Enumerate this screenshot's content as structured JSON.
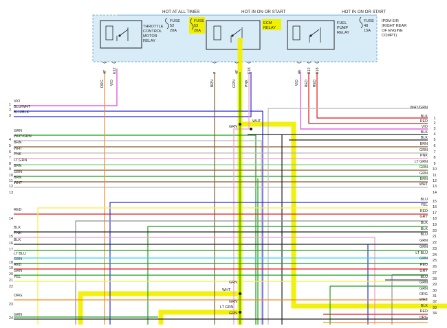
{
  "colors": {
    "VIO": "#e040e0",
    "BLU": "#2b2bd6",
    "RED": "#e01818",
    "GRN": "#1a9e1a",
    "WHT": "#b8b8b8",
    "BLK": "#202020",
    "BRN": "#8a5a2a",
    "PNK": "#f29ac4",
    "LT GRN": "#72d872",
    "LT BLU": "#30d8f0",
    "YEL": "#f2ef40",
    "ORG": "#f58a20",
    "GRY": "#909090",
    "highlight": "#f0f000",
    "pdm_fill": "#d8ecf8",
    "pdm_border": "#7aaed4"
  },
  "header": {
    "hot_at_all_times": "HOT AT ALL TIMES",
    "hot_in_on_or_start_1": "HOT IN ON OR START",
    "hot_in_on_or_start_2": "HOT IN ON OR START"
  },
  "pdm": {
    "label": [
      "IPDM E/R",
      "(RIGHT REAR",
      "OF ENGINE",
      "COMPT)"
    ],
    "throttle_relay": [
      "THROTTLE",
      "CONTROL",
      "MOTOR",
      "RELAY"
    ],
    "fuse52": [
      "FUSE",
      "52",
      "20A"
    ],
    "fuse53": [
      "FUSE",
      "53",
      "20A"
    ],
    "ecm_relay": [
      "ECM",
      "RELAY"
    ],
    "fuel_pump_relay": [
      "FUEL",
      "PUMP",
      "RELAY"
    ],
    "fuse48": [
      "FUSE",
      "48",
      "15A"
    ]
  },
  "connector_pins": [
    {
      "pin": "4F",
      "color": "ORG"
    },
    {
      "pin": "E12",
      "color": "VIO"
    },
    {
      "pin": "7",
      "color": "BRN"
    },
    {
      "pin": "4F",
      "color": "GRN"
    },
    {
      "pin": "E18",
      "color": "PNK"
    },
    {
      "pin": "4E",
      "color": "VIO"
    },
    {
      "pin": "E12",
      "color": "RED"
    },
    {
      "pin": "E18",
      "color": "RED"
    }
  ],
  "left_rows": [
    {
      "pin": "1",
      "color": "VIO"
    },
    {
      "pin": "2",
      "color": "BLU/WHT"
    },
    {
      "pin": "3",
      "color": "BLU/BLK"
    },
    {
      "pin": "",
      "color": "GRN"
    },
    {
      "pin": "4",
      "color": "WHT/GRN"
    },
    {
      "pin": "5",
      "color": "BRN"
    },
    {
      "pin": "6",
      "color": "WHT"
    },
    {
      "pin": "7",
      "color": "PNK"
    },
    {
      "pin": "8",
      "color": "LT GRN"
    },
    {
      "pin": "9",
      "color": "BRN"
    },
    {
      "pin": "10",
      "color": "GRN"
    },
    {
      "pin": "11",
      "color": "BRN"
    },
    {
      "pin": "12",
      "color": "WHT"
    },
    {
      "pin": "13",
      "color": ""
    },
    {
      "pin": "",
      "color": "RED"
    },
    {
      "pin": "14",
      "color": ""
    },
    {
      "pin": "",
      "color": "BLK"
    },
    {
      "pin": "15",
      "color": "PNK"
    },
    {
      "pin": "16",
      "color": "BLK"
    },
    {
      "pin": "17",
      "color": ""
    },
    {
      "pin": "",
      "color": "LT BLU"
    },
    {
      "pin": "18",
      "color": "GRN"
    },
    {
      "pin": "19",
      "color": "RED"
    },
    {
      "pin": "20",
      "color": "GRN"
    },
    {
      "pin": "21",
      "color": "YEL"
    },
    {
      "pin": "22",
      "color": ""
    },
    {
      "pin": "",
      "color": "ORG"
    },
    {
      "pin": "23",
      "color": ""
    },
    {
      "pin": "24",
      "color": "GRN"
    }
  ],
  "right_rows": [
    {
      "pin": "",
      "color": "WHT/GRN"
    },
    {
      "pin": "1",
      "color": "BLK"
    },
    {
      "pin": "2",
      "color": "RED"
    },
    {
      "pin": "3",
      "color": "VIO"
    },
    {
      "pin": "4",
      "color": "BLK"
    },
    {
      "pin": "5",
      "color": "BLK"
    },
    {
      "pin": "6",
      "color": "BRN"
    },
    {
      "pin": "7",
      "color": "GRN"
    },
    {
      "pin": "8",
      "color": "PNK"
    },
    {
      "pin": "9",
      "color": "LT GRN"
    },
    {
      "pin": "10",
      "color": "GRN"
    },
    {
      "pin": "11",
      "color": "GRN"
    },
    {
      "pin": "12",
      "color": "BRN"
    },
    {
      "pin": "13",
      "color": "WHT"
    },
    {
      "pin": "14",
      "color": ""
    },
    {
      "pin": "15",
      "color": "BLU"
    },
    {
      "pin": "16",
      "color": "YEL"
    },
    {
      "pin": "17",
      "color": "RED"
    },
    {
      "pin": "18",
      "color": "GRY"
    },
    {
      "pin": "19",
      "color": "BLK"
    },
    {
      "pin": "20",
      "color": "BLK"
    },
    {
      "pin": "21",
      "color": "BLU"
    },
    {
      "pin": "22",
      "color": "GRN"
    },
    {
      "pin": "23",
      "color": "GRN"
    },
    {
      "pin": "24",
      "color": "LT BLU"
    },
    {
      "pin": "25",
      "color": "GRN"
    },
    {
      "pin": "26",
      "color": "RED"
    },
    {
      "pin": "27",
      "color": "GRY"
    },
    {
      "pin": "28",
      "color": "BLU"
    },
    {
      "pin": "29",
      "color": "GRN"
    },
    {
      "pin": "30",
      "color": "GRN"
    },
    {
      "pin": "31",
      "color": "ORG"
    },
    {
      "pin": "32",
      "color": "WHT"
    },
    {
      "pin": "33",
      "color": "BLK"
    },
    {
      "pin": "34",
      "color": "RED"
    },
    {
      "pin": "",
      "color": "ORG"
    }
  ],
  "center_labels": [
    "GRN",
    "WHT",
    "GRN",
    "WHT",
    "GRN",
    "LT GRN",
    "GRN"
  ]
}
